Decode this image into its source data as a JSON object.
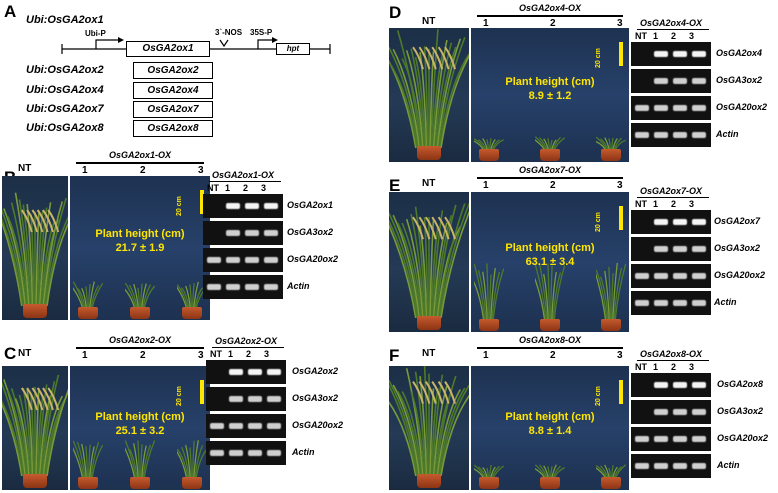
{
  "panelA": {
    "letter": "A",
    "constructs": [
      "Ubi:OsGA2ox1",
      "Ubi:OsGA2ox2",
      "Ubi:OsGA2ox4",
      "Ubi:OsGA2ox7",
      "Ubi:OsGA2ox8"
    ],
    "genes": [
      "OsGA2ox1",
      "OsGA2ox2",
      "OsGA2ox4",
      "OsGA2ox7",
      "OsGA2ox8"
    ],
    "ubi_p": "Ubi-P",
    "nos": "3`-NOS",
    "p35s": "35S-P",
    "hpt": "hpt"
  },
  "panels": [
    {
      "letter": "B",
      "nt": "NT",
      "title": "OsGA2ox1-OX",
      "lanes": [
        "1",
        "2",
        "3"
      ],
      "height_label": "Plant height (cm)",
      "height_value": "21.7 ± 1.9",
      "scale": "20 cm",
      "gel_title": "OsGA2ox1-OX",
      "gel_lanes": [
        "NT",
        "1",
        "2",
        "3"
      ],
      "gel_genes": [
        "OsGA2ox1",
        "OsGA3ox2",
        "OsGA20ox2",
        "Actin"
      ]
    },
    {
      "letter": "C",
      "nt": "NT",
      "title": "OsGA2ox2-OX",
      "lanes": [
        "1",
        "2",
        "3"
      ],
      "height_label": "Plant height (cm)",
      "height_value": "25.1 ± 3.2",
      "scale": "20 cm",
      "gel_title": "OsGA2ox2-OX",
      "gel_lanes": [
        "NT",
        "1",
        "2",
        "3"
      ],
      "gel_genes": [
        "OsGA2ox2",
        "OsGA3ox2",
        "OsGA20ox2",
        "Actin"
      ]
    },
    {
      "letter": "D",
      "nt": "NT",
      "title": "OsGA2ox4-OX",
      "lanes": [
        "1",
        "2",
        "3"
      ],
      "height_label": "Plant height (cm)",
      "height_value": "8.9 ± 1.2",
      "scale": "20 cm",
      "gel_title": "OsGA2ox4-OX",
      "gel_lanes": [
        "NT",
        "1",
        "2",
        "3"
      ],
      "gel_genes": [
        "OsGA2ox4",
        "OsGA3ox2",
        "OsGA20ox2",
        "Actin"
      ]
    },
    {
      "letter": "E",
      "nt": "NT",
      "title": "OsGA2ox7-OX",
      "lanes": [
        "1",
        "2",
        "3"
      ],
      "height_label": "Plant height (cm)",
      "height_value": "63.1 ± 3.4",
      "scale": "20 cm",
      "gel_title": "OsGA2ox7-OX",
      "gel_lanes": [
        "NT",
        "1",
        "2",
        "3"
      ],
      "gel_genes": [
        "OsGA2ox7",
        "OsGA3ox2",
        "OsGA20ox2",
        "Actin"
      ]
    },
    {
      "letter": "F",
      "nt": "NT",
      "title": "OsGA2ox8-OX",
      "lanes": [
        "1",
        "2",
        "3"
      ],
      "height_label": "Plant height (cm)",
      "height_value": "8.8 ± 1.4",
      "scale": "20 cm",
      "gel_title": "OsGA2ox8-OX",
      "gel_lanes": [
        "NT",
        "1",
        "2",
        "3"
      ],
      "gel_genes": [
        "OsGA2ox8",
        "OsGA3ox2",
        "OsGA20ox2",
        "Actin"
      ]
    }
  ]
}
